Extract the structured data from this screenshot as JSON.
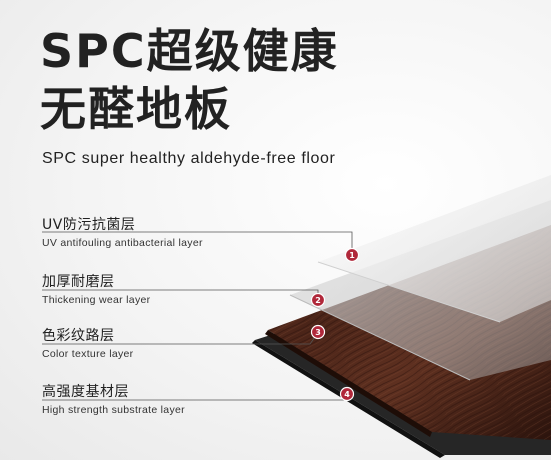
{
  "headline": {
    "line1": "SPC超级健康",
    "line2": "无醛地板"
  },
  "subtitle": "SPC super healthy aldehyde-free floor",
  "layers": [
    {
      "number": "1",
      "name_cn": "UV防污抗菌层",
      "name_en": "UV antifouling antibacterial layer"
    },
    {
      "number": "2",
      "name_cn": "加厚耐磨层",
      "name_en": "Thickening wear layer"
    },
    {
      "number": "3",
      "name_cn": "色彩纹路层",
      "name_en": "Color texture layer"
    },
    {
      "number": "4",
      "name_cn": "高强度基材层",
      "name_en": "High strength substrate layer"
    }
  ],
  "colors": {
    "badge": "#b0283a",
    "wood_dark": "#3b1e15",
    "wood_light": "#6b3a28",
    "substrate": "#2a2a2a"
  }
}
